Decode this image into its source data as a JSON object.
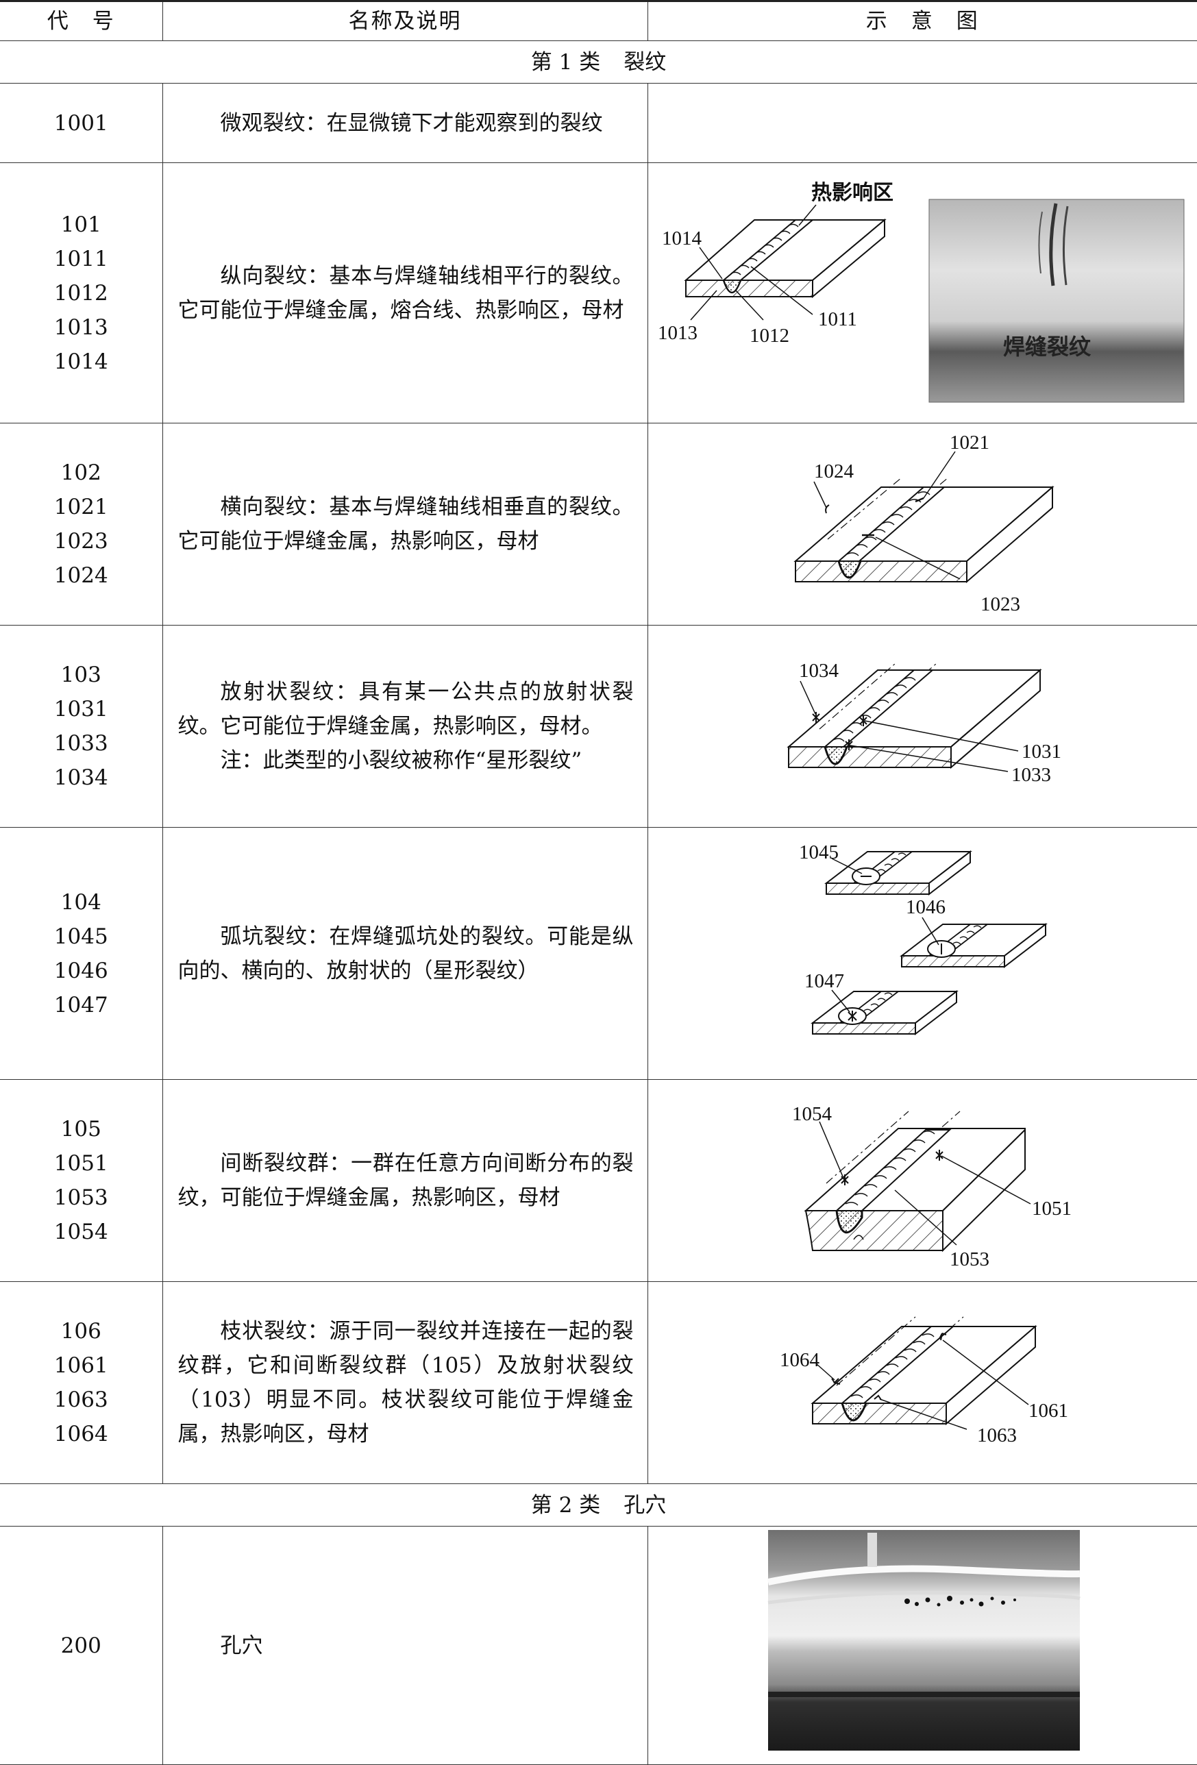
{
  "header": {
    "code": "代　号",
    "desc": "名称及说明",
    "fig": "示　意　图"
  },
  "categories": [
    {
      "num": "第 1 类",
      "name": "裂纹"
    },
    {
      "num": "第 2 类",
      "name": "孔穴"
    }
  ],
  "rows": [
    {
      "codes": [
        "1001"
      ],
      "desc": "微观裂纹：在显微镜下才能观察到的裂纹"
    },
    {
      "codes": [
        "101",
        "1011",
        "1012",
        "1013",
        "1014"
      ],
      "desc": "纵向裂纹：基本与焊缝轴线相平行的裂纹。它可能位于焊缝金属，熔合线、热影响区，母材",
      "fig_labels": {
        "haz": "热影响区",
        "l1014": "1014",
        "l1013": "1013",
        "l1012": "1012",
        "l1011": "1011",
        "photo_caption": "焊缝裂纹"
      }
    },
    {
      "codes": [
        "102",
        "1021",
        "1023",
        "1024"
      ],
      "desc": "横向裂纹：基本与焊缝轴线相垂直的裂纹。它可能位于焊缝金属，热影响区，母材",
      "fig_labels": {
        "l1021": "1021",
        "l1024": "1024",
        "l1023": "1023"
      }
    },
    {
      "codes": [
        "103",
        "1031",
        "1033",
        "1034"
      ],
      "desc": "放射状裂纹：具有某一公共点的放射状裂纹。它可能位于焊缝金属，热影响区，母材。",
      "note": "注：此类型的小裂纹被称作“星形裂纹”",
      "fig_labels": {
        "l1034": "1034",
        "l1031": "1031",
        "l1033": "1033"
      }
    },
    {
      "codes": [
        "104",
        "1045",
        "1046",
        "1047"
      ],
      "desc": "弧坑裂纹：在焊缝弧坑处的裂纹。可能是纵向的、横向的、放射状的（星形裂纹）",
      "fig_labels": {
        "l1045": "1045",
        "l1046": "1046",
        "l1047": "1047"
      }
    },
    {
      "codes": [
        "105",
        "1051",
        "1053",
        "1054"
      ],
      "desc": "间断裂纹群：一群在任意方向间断分布的裂纹，可能位于焊缝金属，热影响区，母材",
      "fig_labels": {
        "l1054": "1054",
        "l1051": "1051",
        "l1053": "1053"
      }
    },
    {
      "codes": [
        "106",
        "1061",
        "1063",
        "1064"
      ],
      "desc": "枝状裂纹：源于同一裂纹并连接在一起的裂纹群，它和间断裂纹群（105）及放射状裂纹（103）明显不同。枝状裂纹可能位于焊缝金属，热影响区，母材",
      "fig_labels": {
        "l1064": "1064",
        "l1061": "1061",
        "l1063": "1063"
      }
    },
    {
      "codes": [
        "200"
      ],
      "desc": "孔穴"
    }
  ]
}
